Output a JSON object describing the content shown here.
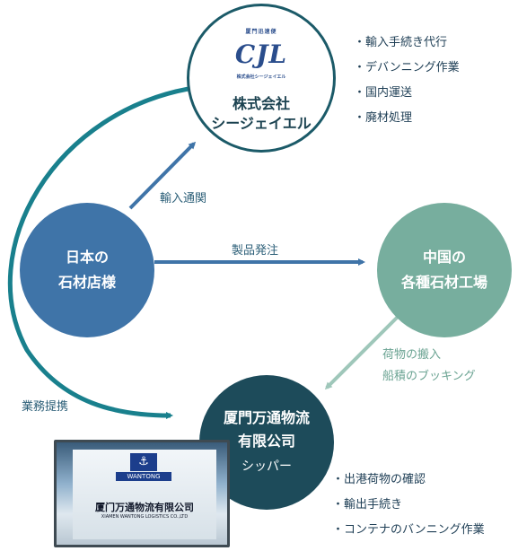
{
  "nodes": {
    "jp_store": {
      "line1": "日本の",
      "line2": "石材店様"
    },
    "cn_factory": {
      "line1": "中国の",
      "line2": "各種石材工場"
    },
    "cjl": {
      "logo_top": "厦門迅速便",
      "logo_main": "CJL",
      "logo_bottom": "株式会社シージェイエル",
      "line1": "株式会社",
      "line2": "シージェイエル"
    },
    "xiamen": {
      "line1": "厦門万通物流",
      "line2": "有限公司",
      "line3": "シッパー"
    }
  },
  "edges": {
    "import": "輸入通関",
    "order": "製品発注",
    "carry_in_1": "荷物の搬入",
    "carry_in_2": "船積のブッキング",
    "partner": "業務提携"
  },
  "cjl_services": [
    "輸入手続き代行",
    "デバンニング作業",
    "国内運送",
    "廃材処理"
  ],
  "xiamen_services": [
    "出港荷物の確認",
    "輸出手続き",
    "コンテナのバンニング作業"
  ],
  "photo": {
    "logo_text": "WANTONG",
    "sign_cn": "厦门万通物流有限公司",
    "sign_en": "XIAMEN WANTONG LOGISTICS CO.,LTD"
  },
  "colors": {
    "jp": "#3f74a8",
    "cn": "#77ae9e",
    "cjl_border": "#1b5a68",
    "xiamen": "#1d4b5a",
    "arc": "#19808d"
  }
}
